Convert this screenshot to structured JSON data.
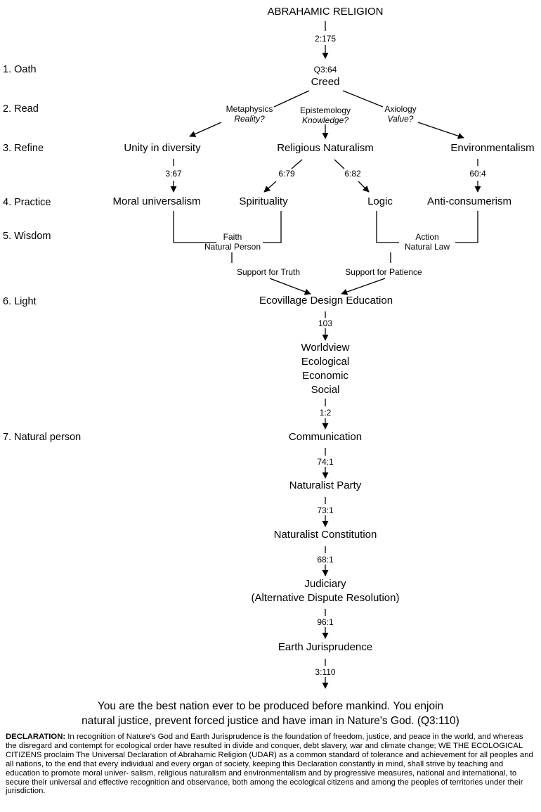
{
  "title": "ABRAHAMIC RELIGION",
  "verse_top": "2:175",
  "oath_ref": "Q3:64",
  "creed": "Creed",
  "branches": {
    "metaphysics": {
      "label": "Metaphysics",
      "question": "Reality?"
    },
    "epistemology": {
      "label": "Epistemology",
      "question": "Knowledge?"
    },
    "axiology": {
      "label": "Axiology",
      "question": "Value?"
    }
  },
  "refine": {
    "left": "Unity in diversity",
    "center": "Religious Naturalism",
    "right": "Environmentalism"
  },
  "refine_refs": {
    "left": "3:67",
    "center_left": "6:79",
    "center_right": "6:82",
    "right": "60:4"
  },
  "practice": {
    "moral": "Moral universalism",
    "spirituality": "Spirituality",
    "logic": "Logic",
    "anticonsumerism": "Anti-consumerism"
  },
  "wisdom": {
    "left_line1": "Faith",
    "left_line2": "Natural Person",
    "right_line1": "Action",
    "right_line2": "Natural Law"
  },
  "support": {
    "truth": "Support for Truth",
    "patience": "Support for Patience"
  },
  "light_node": "Ecovillage Design Education",
  "ref_103": "103",
  "worldview": [
    "Worldview",
    "Ecological",
    "Economic",
    "Social"
  ],
  "ref_1_2": "1:2",
  "communication": "Communication",
  "ref_74_1": "74:1",
  "naturalist_party": "Naturalist Party",
  "ref_73_1": "73:1",
  "naturalist_constitution": "Naturalist Constitution",
  "ref_68_1": "68:1",
  "judiciary": {
    "line1": "Judiciary",
    "line2": "(Alternative Dispute Resolution)"
  },
  "ref_96_1": "96:1",
  "earth_jurisprudence": "Earth Jurisprudence",
  "ref_3_110": "3:110",
  "final_statement": {
    "line1": "You are the best nation ever to be produced before mankind. You enjoin",
    "line2": "natural justice, prevent forced justice and have iman in Nature's God. (Q3:110)"
  },
  "steps": [
    "1. Oath",
    "2. Read",
    "3. Refine",
    "4. Practice",
    "5. Wisdom",
    "6. Light",
    "7. Natural person"
  ],
  "declaration": {
    "heading": "DECLARATION:",
    "text": " In recognition of Nature's God and Earth Jurisprudence is the foundation of freedom, justice, and peace in the world, and whereas the disregard and contempt for ecological order have resulted in divide and conquer, debt slavery, war and climate change; WE THE ECOLOGICAL CITIZENS proclaim The Universal Declaration of Abrahamic Religion (UDAR) as a common standard of tolerance and achievement for all peoples and all nations, to the end that every individual and every organ of society, keeping this Declaration constantly in mind, shall strive by teaching and education to promote moral univer- salism, religious naturalism and environmentalism and by progressive measures, national and international, to secure their universal and effective recognition and observance, both among the ecological citizens and among the peoples of territories under their jurisdiction."
  }
}
